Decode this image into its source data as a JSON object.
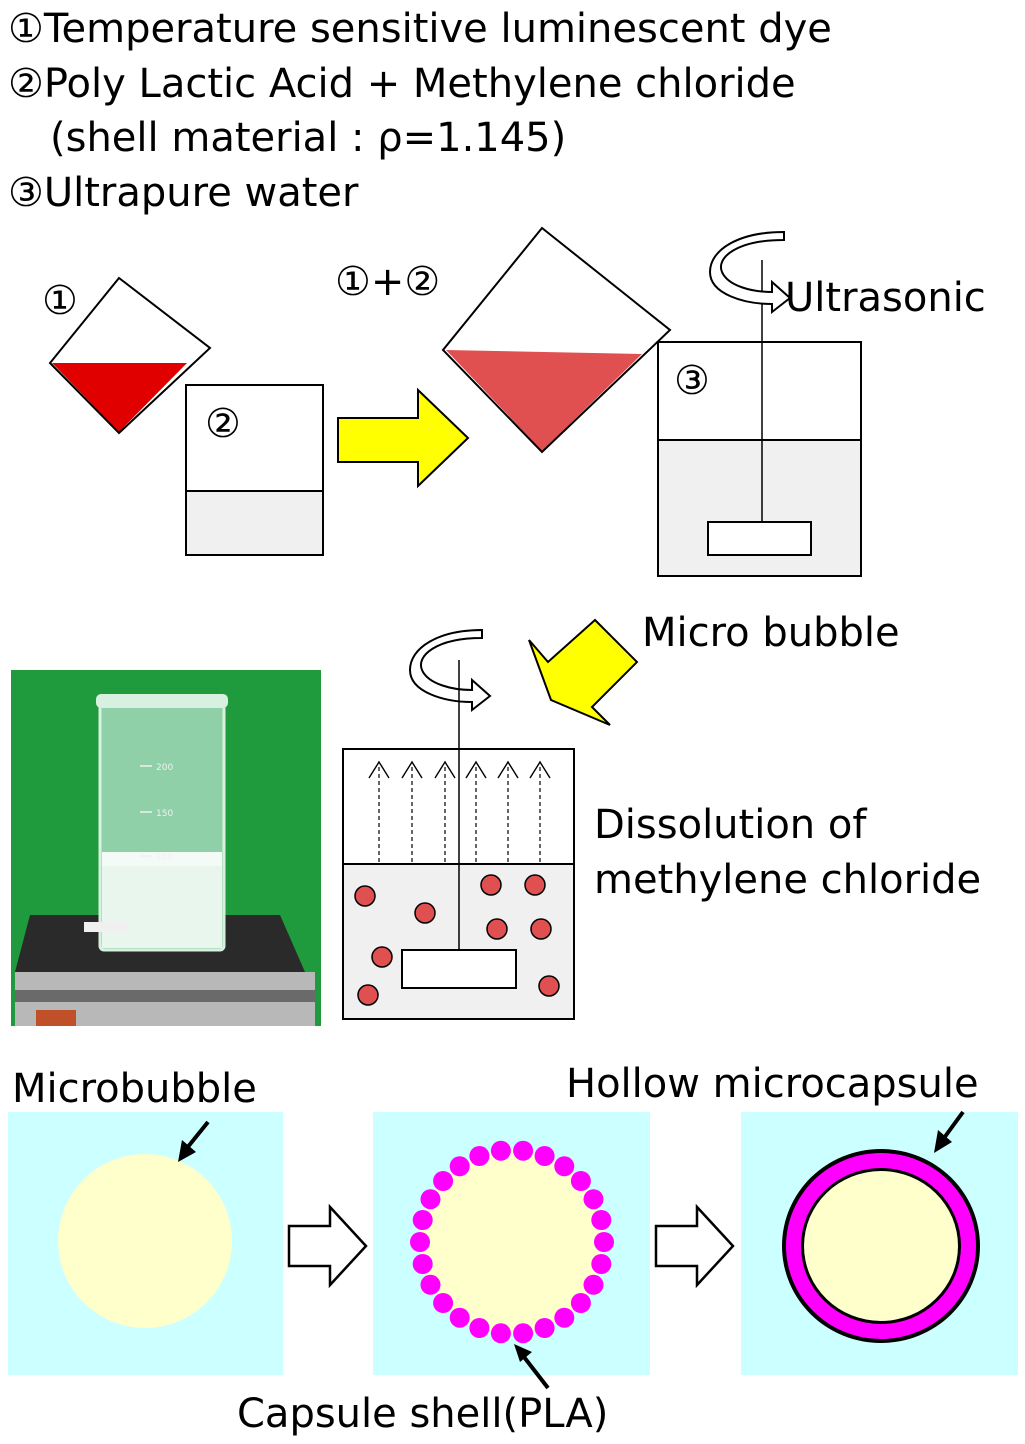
{
  "legend": {
    "item1": "①Temperature sensitive luminescent dye",
    "item2": "②Poly Lactic Acid + Methylene chloride",
    "item2_note": "(shell material : ρ=1.145)",
    "item3": "③Ultrapure water"
  },
  "step1": {
    "flask1_label": "①",
    "beaker2_label": "②",
    "mix_label": "①+②",
    "beaker3_label": "③",
    "ultrasonic_label": "Ultrasonic"
  },
  "step2": {
    "micro_bubble_label": "Micro bubble",
    "dissolution_line1": "Dissolution of",
    "dissolution_line2": "methylene chloride",
    "beaker_ticks": [
      "200",
      "150",
      "100"
    ]
  },
  "step3": {
    "microbubble_label": "Microbubble",
    "hollow_label": "Hollow microcapsule",
    "shell_label": "Capsule shell(PLA)"
  },
  "colors": {
    "dye_red": "#e00000",
    "mix_red": "#e05050",
    "yellow_arrow": "#ffff00",
    "water_gray": "#f0f0f0",
    "bubble_red": "#e05050",
    "panel_cyan": "#ccffff",
    "bubble_cream": "#ffffcc",
    "shell_magenta": "#ff00ff",
    "photo_green": "#1f9a3c"
  }
}
